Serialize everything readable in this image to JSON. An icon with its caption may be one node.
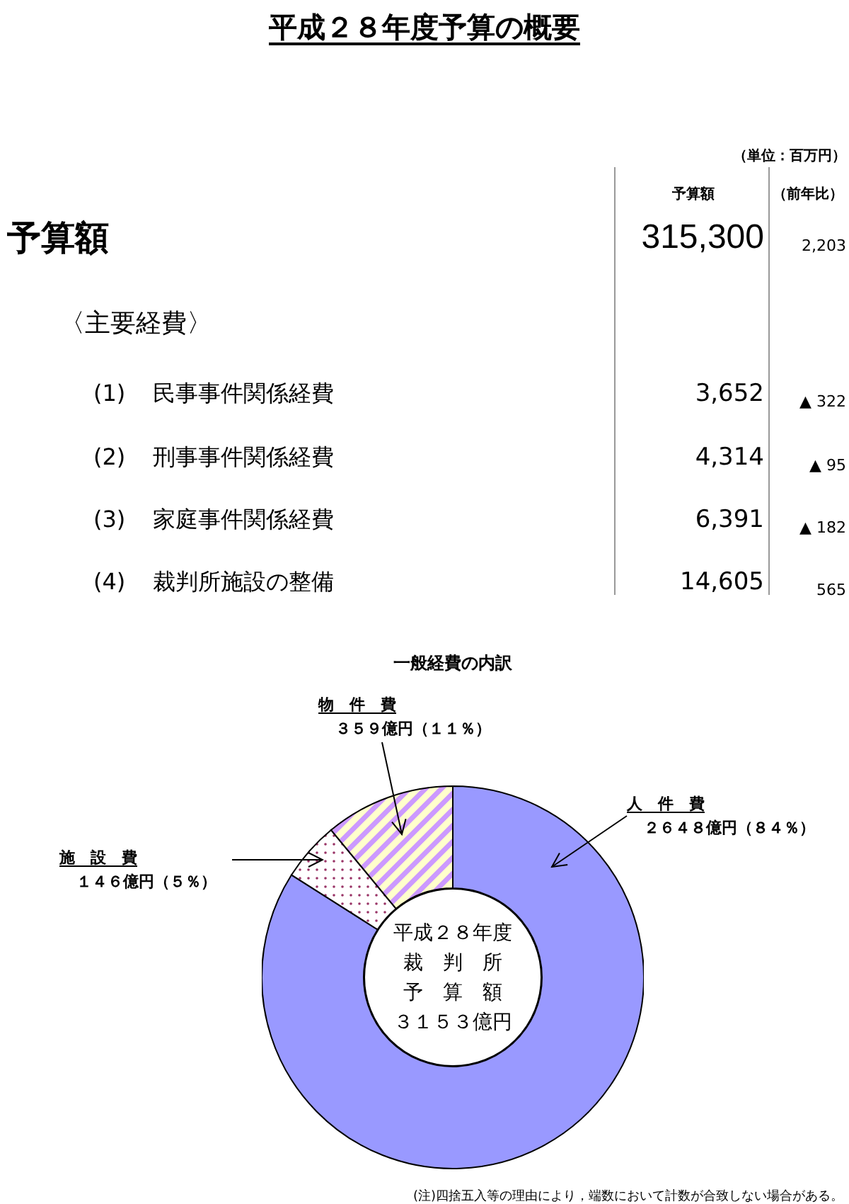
{
  "diagram": {
    "title": "平成２８年度予算の概要",
    "nodes": [
      {
        "text": [
          "平成２８年度",
          "裁　判　所",
          "予　算　額",
          "３１５３億円"
        ]
      },
      {
        "text": [
          "人　件　費",
          "２６４８億円（８４％）"
        ]
      },
      {
        "text": [
          "物　件　費",
          "３５９億円（１１％）"
        ]
      },
      {
        "text": [
          "施　設　費",
          "１４６億円（５％）"
        ]
      },
      {
        "text": [],
        "shape": "wedge"
      },
      {
        "text": [],
        "shape": "wedge"
      },
      {
        "text": [],
        "shape": "wedge"
      }
    ],
    "edges": [
      {
        "from": 1,
        "to": 4,
        "arrow": "to"
      },
      {
        "from": 2,
        "to": 6,
        "arrow": "to"
      },
      {
        "from": 3,
        "to": 5,
        "arrow": "to"
      }
    ],
    "labels": [
      "（単位：百万円）",
      "予算額",
      "（前年比）",
      "予算額",
      "315,300",
      "2,203",
      "〈主要経費〉",
      "(1)",
      "民事事件関係経費",
      "3,652",
      "▲ 322",
      "(2)",
      "刑事事件関係経費",
      "4,314",
      "▲ 95",
      "(3)",
      "家庭事件関係経費",
      "6,391",
      "▲ 182",
      "(4)",
      "裁判所施設の整備",
      "14,605",
      "565",
      "(注)四捨五入等の理由により，端数において計数が合致しない場合がある。"
    ],
    "chart_data": {
      "type": "donut",
      "title": "一般経費の内訳",
      "values": [
        84,
        5,
        11
      ]
    }
  }
}
